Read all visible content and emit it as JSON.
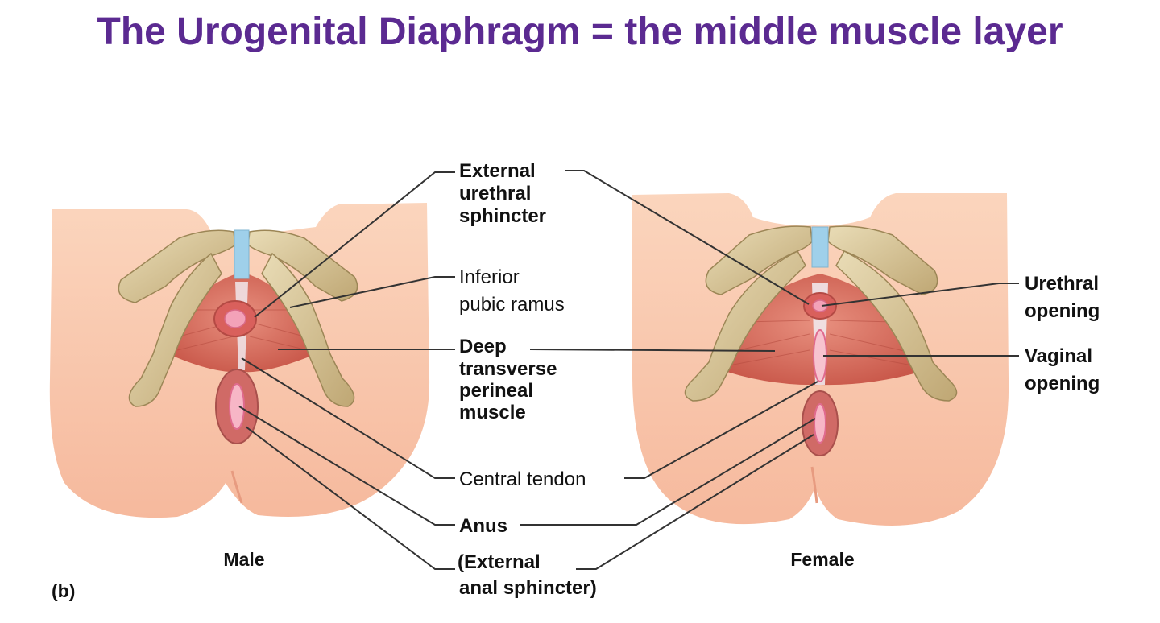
{
  "title": "The Urogenital Diaphragm = the middle muscle layer",
  "panel_label": "(b)",
  "panels": {
    "male": "Male",
    "female": "Female"
  },
  "labels": {
    "external_urethral_sphincter": [
      "External",
      "urethral",
      "sphincter"
    ],
    "inferior_pubic_ramus": [
      "Inferior",
      "pubic ramus"
    ],
    "deep_transverse_perineal_muscle": [
      "Deep",
      "transverse",
      "perineal",
      "muscle"
    ],
    "central_tendon": "Central tendon",
    "anus": "Anus",
    "external_anal_sphincter": [
      "(External",
      "anal sphincter)"
    ],
    "urethral_opening": [
      "Urethral",
      "opening"
    ],
    "vaginal_opening": [
      "Vaginal",
      "opening"
    ]
  },
  "colors": {
    "title": "#5b2a91",
    "skin": "#f8c5a8",
    "bone": "#d8c595",
    "muscle": "#d9705f",
    "cartilage": "#9fd0ea",
    "tendon": "#f4eef0",
    "opening": "#e86e8f"
  }
}
